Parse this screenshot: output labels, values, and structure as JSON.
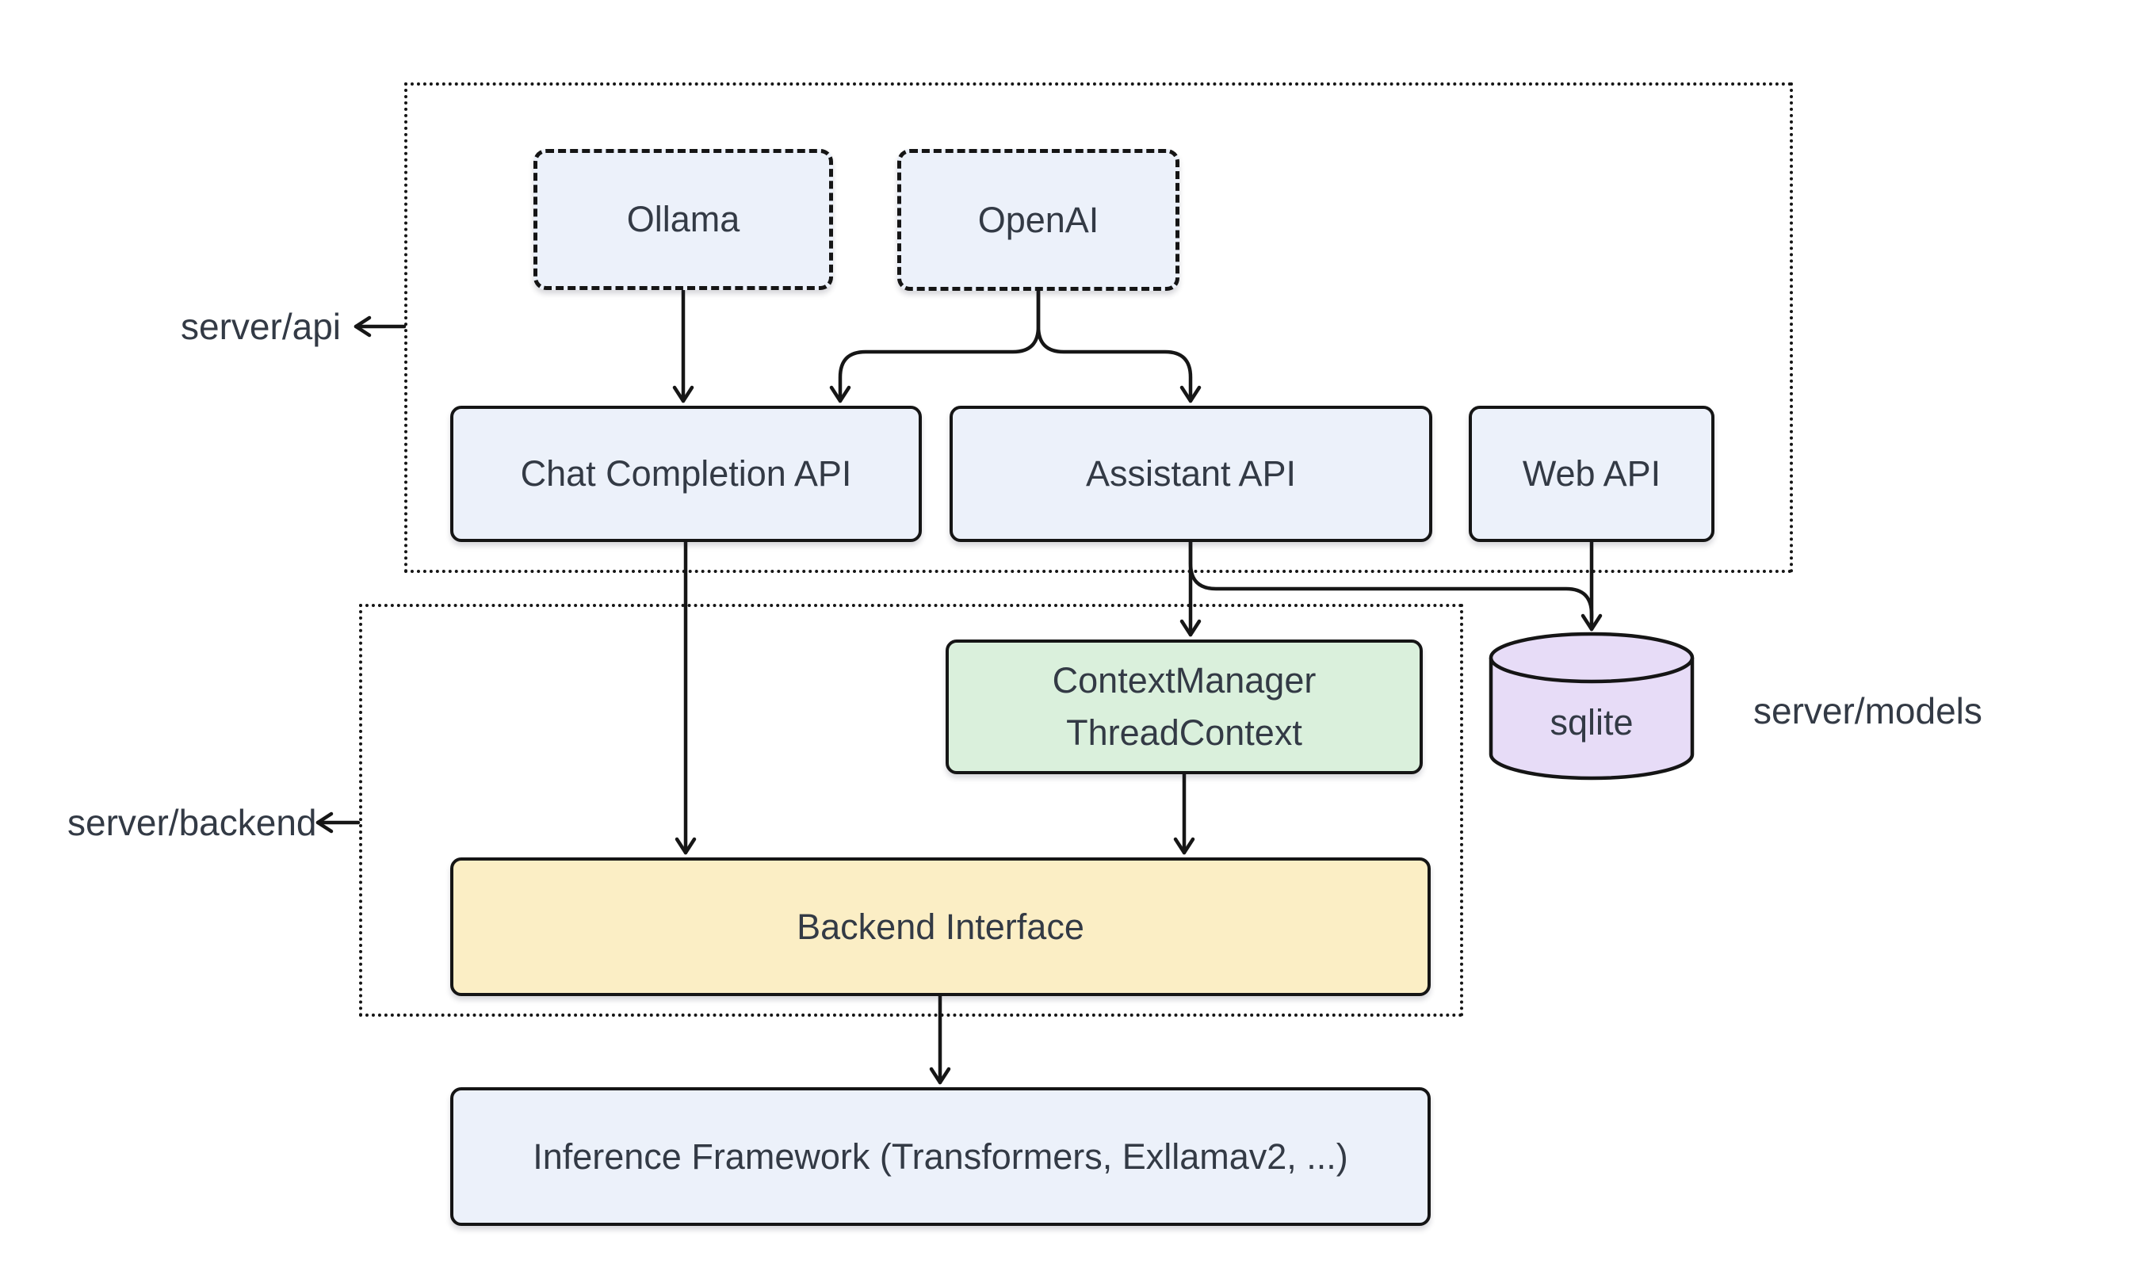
{
  "diagram": {
    "type": "architecture-flowchart",
    "background_color": "#ffffff",
    "text_color": "#333a45",
    "line_color": "#161616",
    "groups": {
      "server_api": {
        "label": "server/api"
      },
      "server_backend": {
        "label": "server/backend"
      },
      "server_models": {
        "label": "server/models"
      }
    },
    "nodes": {
      "ollama": {
        "label": "Ollama",
        "fill": "#ecf1fa",
        "border_style": "dashed"
      },
      "openai": {
        "label": "OpenAI",
        "fill": "#ecf1fa",
        "border_style": "dashed"
      },
      "chat_completion_api": {
        "label": "Chat Completion API",
        "fill": "#ecf1fa",
        "border_style": "solid"
      },
      "assistant_api": {
        "label": "Assistant API",
        "fill": "#ecf1fa",
        "border_style": "solid"
      },
      "web_api": {
        "label": "Web API",
        "fill": "#ecf1fa",
        "border_style": "solid"
      },
      "context_manager": {
        "label_line1": "ContextManager",
        "label_line2": "ThreadContext",
        "fill": "#daf0dc",
        "border_style": "solid"
      },
      "sqlite": {
        "label": "sqlite",
        "fill": "#e7dcf7",
        "shape": "cylinder"
      },
      "backend_interface": {
        "label": "Backend Interface",
        "fill": "#fbeec5",
        "border_style": "solid"
      },
      "inference_framework": {
        "label": "Inference Framework (Transformers, Exllamav2, ...)",
        "fill": "#ecf1fa",
        "border_style": "solid"
      }
    },
    "edges": [
      {
        "from": "ollama",
        "to": "chat_completion_api"
      },
      {
        "from": "openai",
        "to": "chat_completion_api"
      },
      {
        "from": "openai",
        "to": "assistant_api"
      },
      {
        "from": "chat_completion_api",
        "to": "backend_interface"
      },
      {
        "from": "assistant_api",
        "to": "context_manager"
      },
      {
        "from": "assistant_api",
        "to": "sqlite"
      },
      {
        "from": "web_api",
        "to": "sqlite"
      },
      {
        "from": "context_manager",
        "to": "backend_interface"
      },
      {
        "from": "backend_interface",
        "to": "inference_framework"
      }
    ]
  }
}
